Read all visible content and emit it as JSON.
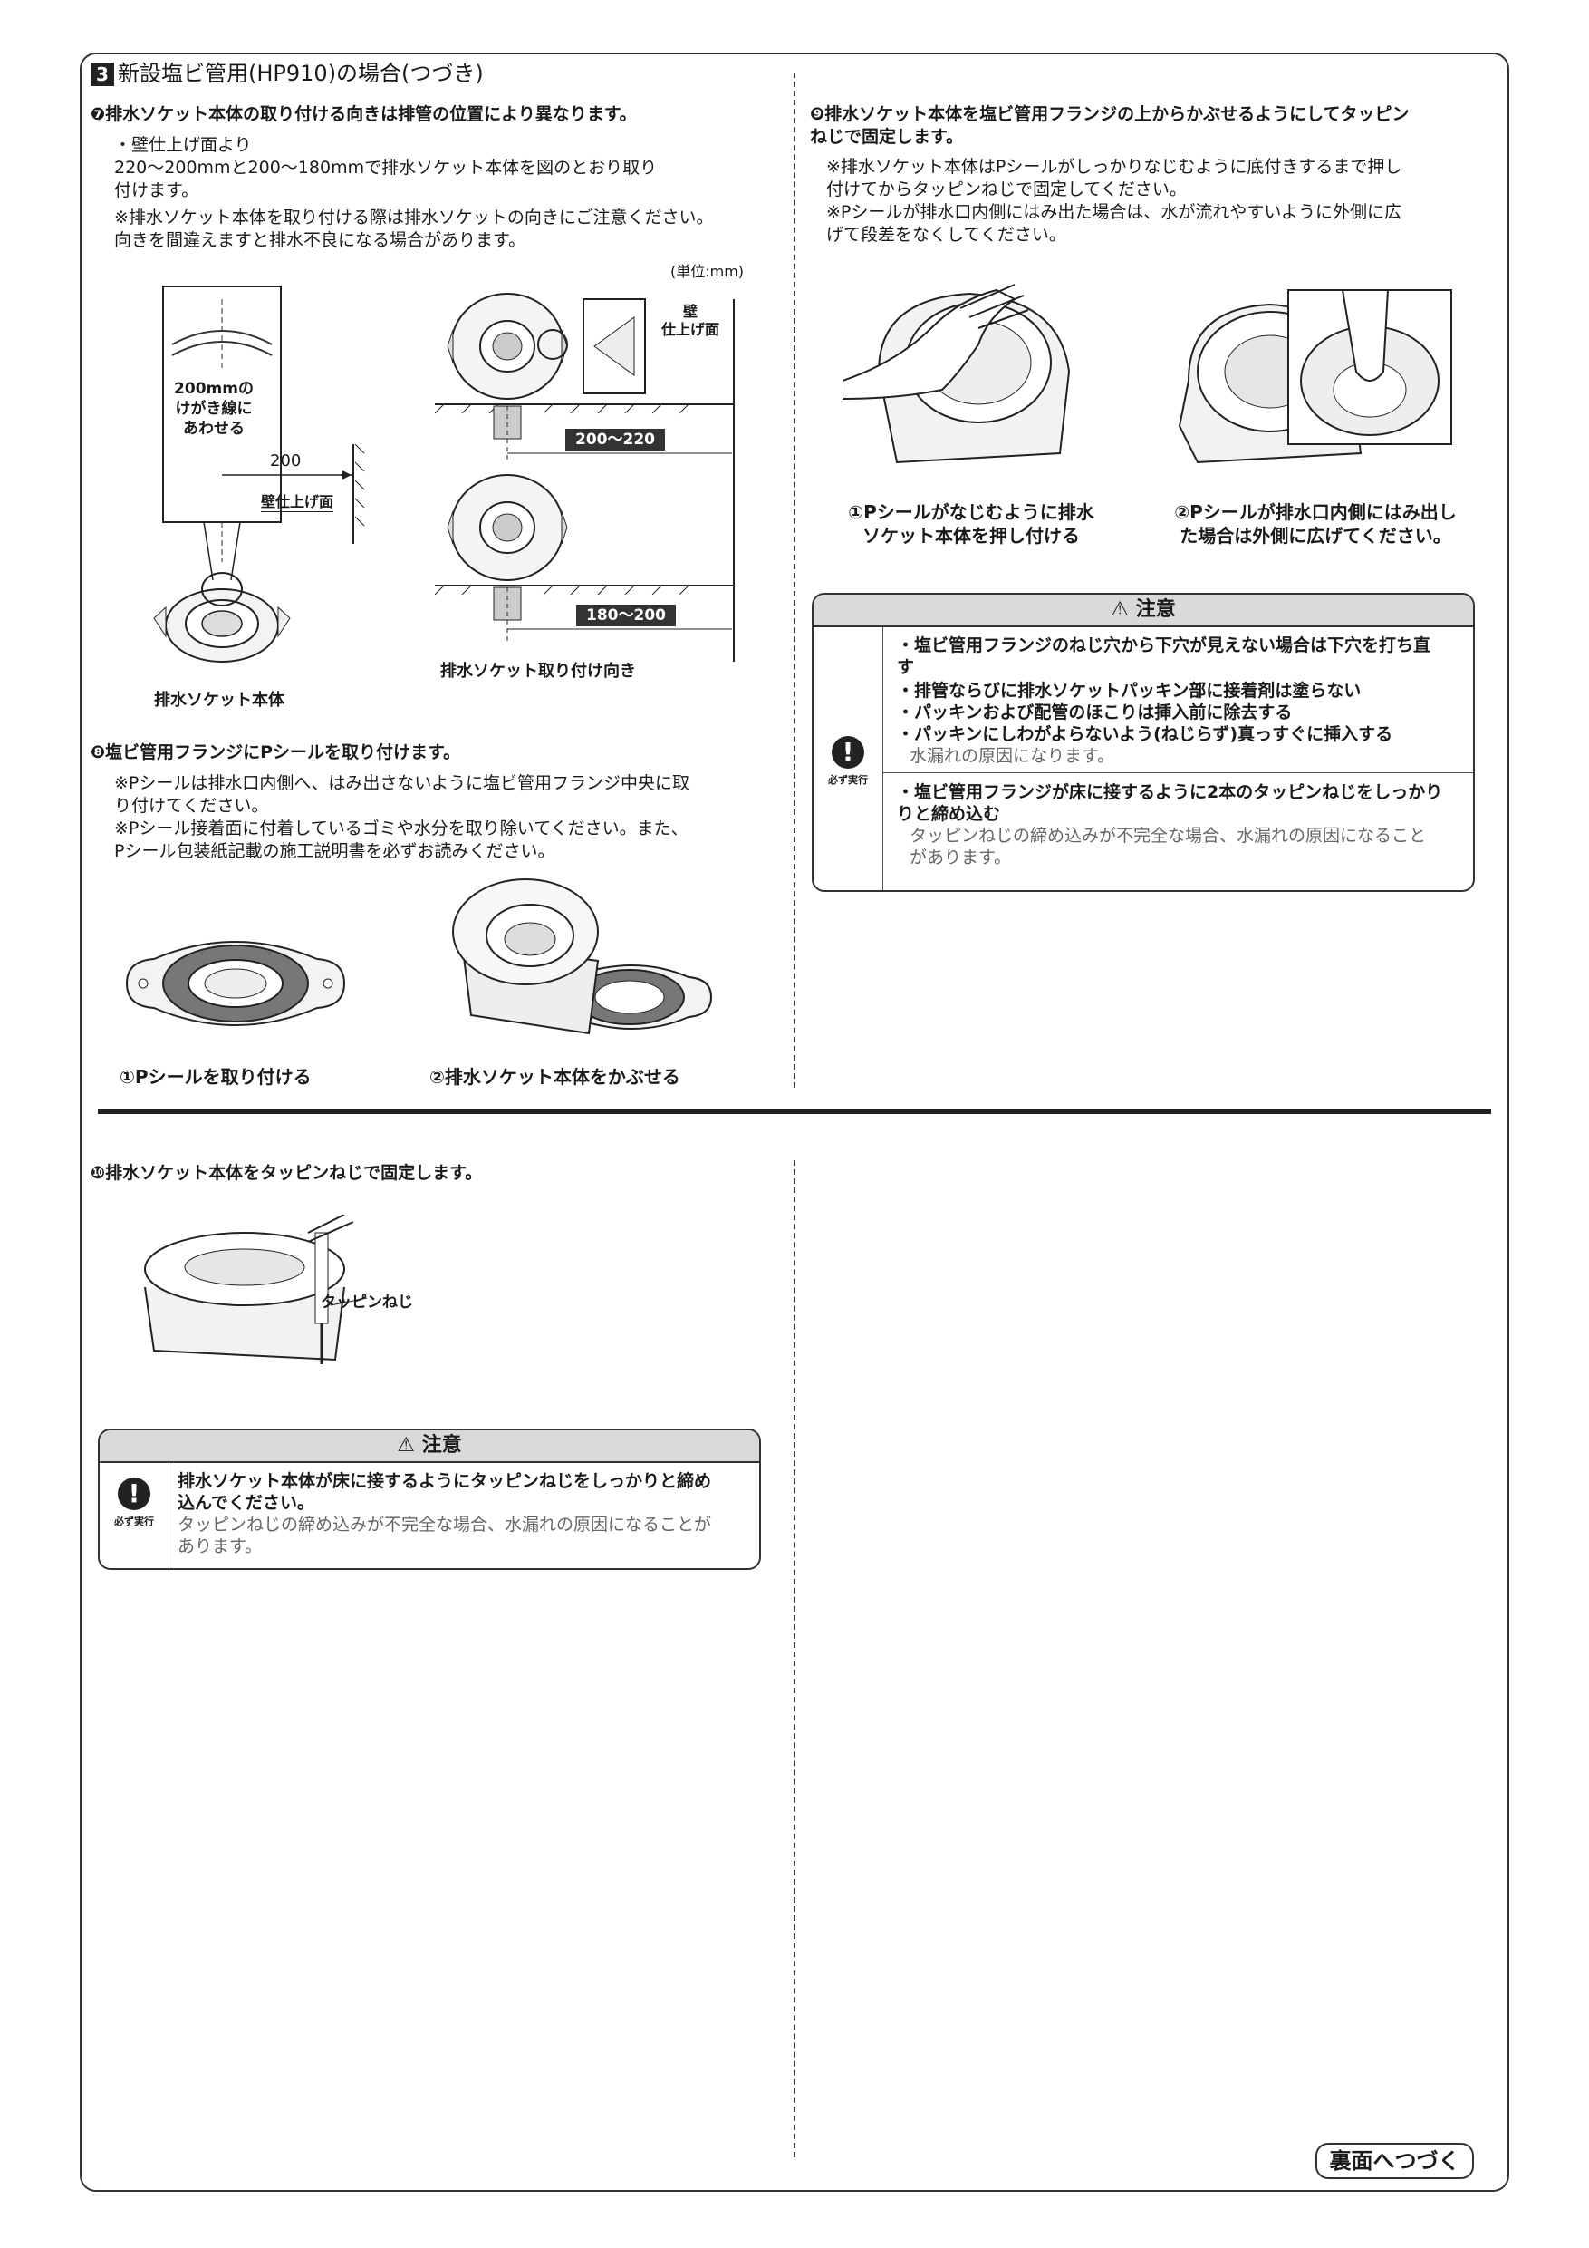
{
  "section": {
    "num": "3",
    "title": "新設塩ビ管用(HP910)の場合(つづき)"
  },
  "step7": {
    "heading": "❼排水ソケット本体の取り付ける向きは排管の位置により異なります。",
    "bullet": "・壁仕上げ面より\n220〜200mmと200〜180mmで排水ソケット本体を図のとおり取り\n付けます。",
    "note": "※排水ソケット本体を取り付ける際は排水ソケットの向きにご注意ください。\n向きを間違えますと排水不良になる場合があります。",
    "unit": "(単位:mm)",
    "fig_label_200mm": "200mmの\nけがき線に\nあわせる",
    "fig_dim_200": "200",
    "fig_wall_left": "壁仕上げ面",
    "fig_wall_right": "壁\n仕上げ面",
    "fig_dim_200_220": "200〜220",
    "fig_dim_180_200": "180〜200",
    "caption_body": "排水ソケット本体",
    "caption_direction": "排水ソケット取り付け向き"
  },
  "step8": {
    "heading": "❽塩ビ管用フランジにPシールを取り付けます。",
    "note1": "※Pシールは排水口内側へ、はみ出さないように塩ビ管用フランジ中央に取\nり付けてください。",
    "note2": "※Pシール接着面に付着しているゴミや水分を取り除いてください。また、\nPシール包装紙記載の施工説明書を必ずお読みください。",
    "caption1": "①Pシールを取り付ける",
    "caption2": "②排水ソケット本体をかぶせる"
  },
  "step9": {
    "heading": "❾排水ソケット本体を塩ビ管用フランジの上からかぶせるようにしてタッピン\nねじで固定します。",
    "note1": "※排水ソケット本体はPシールがしっかりなじむように底付きするまで押し\n付けてからタッピンねじで固定してください。",
    "note2": "※Pシールが排水口内側にはみ出た場合は、水が流れやすいように外側に広\nげて段差をなくしてください。",
    "caption1": "①Pシールがなじむように排水\nソケット本体を押し付ける",
    "caption2": "②Pシールが排水口内側にはみ出し\nた場合は外側に広げてください。"
  },
  "caution1": {
    "title": "注意",
    "must_label": "必ず実行",
    "items": [
      "・塩ビ管用フランジのねじ穴から下穴が見えない場合は下穴を打ち直\n す",
      "・排管ならびに排水ソケットパッキン部に接着剤は塗らない",
      "・パッキンおよび配管のほこりは挿入前に除去する",
      "・パッキンにしわがよらないよう(ねじらず)真っすぐに挿入する"
    ],
    "sub1": "水漏れの原因になります。",
    "item2": "・塩ビ管用フランジが床に接するように2本のタッピンねじをしっかり\n りと締め込む",
    "sub2": "タッピンねじの締め込みが不完全な場合、水漏れの原因になること\nがあります。"
  },
  "step10": {
    "heading": "❿排水ソケット本体をタッピンねじで固定します。",
    "fig_label": "タッピンねじ"
  },
  "caution2": {
    "title": "注意",
    "must_label": "必ず実行",
    "main": "排水ソケット本体が床に接するようにタッピンねじをしっかりと締め\n込んでください。",
    "sub": "タッピンねじの締め込みが不完全な場合、水漏れの原因になることが\nあります。"
  },
  "continue_label": "裏面へつづく"
}
